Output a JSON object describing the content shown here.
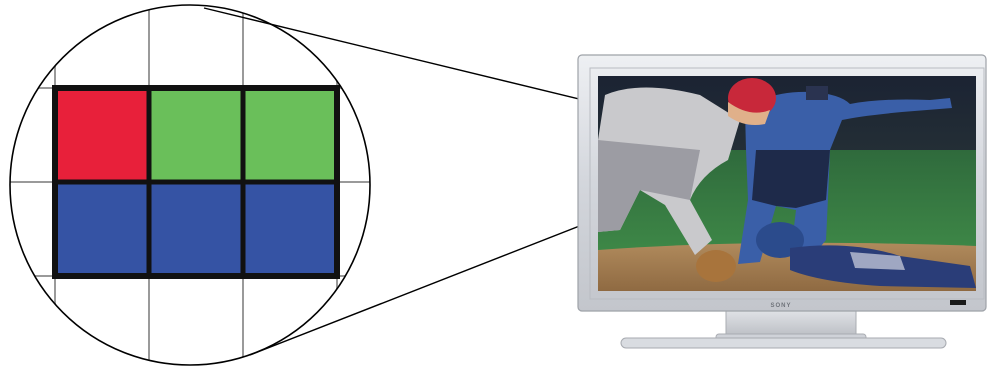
{
  "magnifier": {
    "grid_rows": [
      [
        "red",
        "green",
        "green"
      ],
      [
        "blue",
        "blue",
        "blue"
      ]
    ],
    "cell_colors": {
      "red": "#e8203a",
      "green": "#6abf5a",
      "blue": "#3553a4"
    },
    "grid_line_color": "#9a9a9a",
    "cell_border_color": "#111111"
  },
  "tv": {
    "brand_label": "SONY",
    "bezel_color": "#d8dbe0",
    "screen_scene": "baseball-slide-into-base"
  }
}
